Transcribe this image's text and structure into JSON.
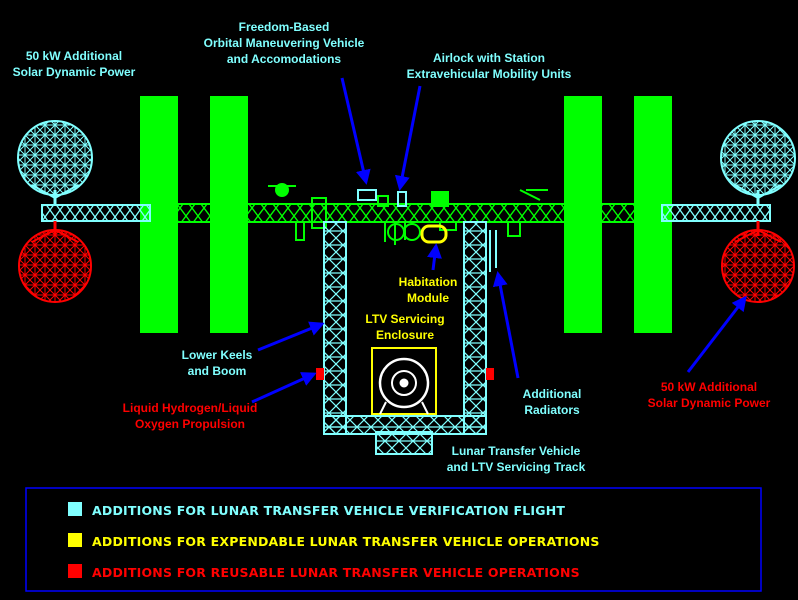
{
  "labels": {
    "solar_left_1": "50 kW Additional",
    "solar_left_2": "Solar Dynamic Power",
    "freedom_1": "Freedom-Based",
    "freedom_2": "Orbital Maneuvering Vehicle",
    "freedom_3": "and Accomodations",
    "airlock_1": "Airlock with Station",
    "airlock_2": "Extravehicular Mobility Units",
    "habitation_1": "Habitation",
    "habitation_2": "Module",
    "ltv_enclosure_1": "LTV Servicing",
    "ltv_enclosure_2": "Enclosure",
    "keels_1": "Lower Keels",
    "keels_2": "and Boom",
    "propulsion_1": "Liquid Hydrogen/Liquid",
    "propulsion_2": "Oxygen Propulsion",
    "radiators_1": "Additional",
    "radiators_2": "Radiators",
    "ltv_track_1": "Lunar Transfer Vehicle",
    "ltv_track_2": "and LTV Servicing Track",
    "solar_right_1": "50 kW Additional",
    "solar_right_2": "Solar Dynamic Power"
  },
  "legend": [
    {
      "text": "ADDITIONS FOR LUNAR TRANSFER VEHICLE VERIFICATION FLIGHT",
      "color": "#80ffff"
    },
    {
      "text": "ADDITIONS FOR EXPENDABLE LUNAR TRANSFER VEHICLE OPERATIONS",
      "color": "#ffff00"
    },
    {
      "text": "ADDITIONS FOR REUSABLE LUNAR TRANSFER VEHICLE OPERATIONS",
      "color": "#ff0000"
    }
  ],
  "colors": {
    "cyan": "#80ffff",
    "yellow": "#ffff00",
    "red": "#ff0000",
    "green": "#00ff00",
    "blue": "#0000ff",
    "white": "#ffffff"
  }
}
